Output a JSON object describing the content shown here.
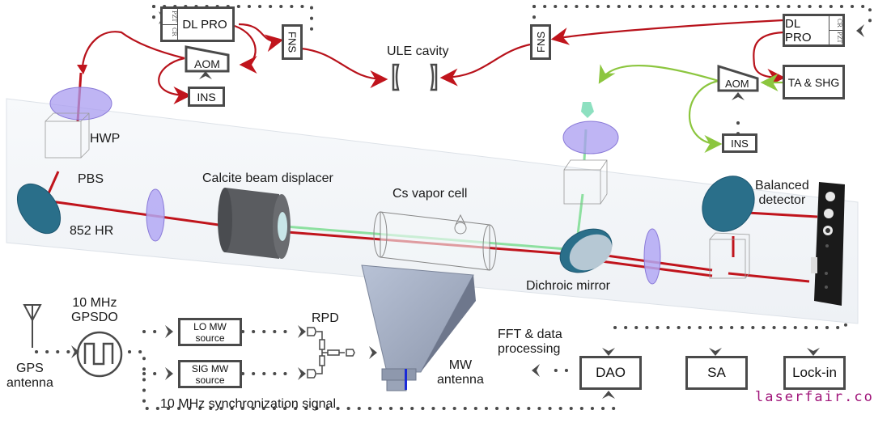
{
  "title": "Rydberg atom microwave receiver experimental setup",
  "labels": {
    "hwp": "HWP",
    "pbs": "PBS",
    "hr852": "852 HR",
    "calcite": "Calcite beam displacer",
    "cs_cell": "Cs vapor cell",
    "ule_cavity": "ULE cavity",
    "dichroic": "Dichroic mirror",
    "balanced_detector": [
      "Balanced",
      "detector"
    ],
    "mw_antenna": [
      "MW",
      "antenna"
    ],
    "gps_antenna": [
      "GPS",
      "antenna"
    ],
    "gpsdo": [
      "10 MHz",
      "GPSDO"
    ],
    "rpd": "RPD",
    "sync_signal": "10 MHz synchronization signal",
    "fft": [
      "FFT & data",
      "processing"
    ]
  },
  "boxes": {
    "dl_pro_left": "DL PRO",
    "dl_pro_right": "DL PRO",
    "pzt": "PZT",
    "cr": "CR",
    "aom_left": "AOM",
    "aom_right": "AOM",
    "ins_left": "INS",
    "ins_right": "INS",
    "fns_left": "FNS",
    "fns_right": "FNS",
    "ta_shg": "TA & SHG",
    "lo_mw": [
      "LO MW",
      "source"
    ],
    "sig_mw": [
      "SIG MW",
      "source"
    ],
    "dao": "DAO",
    "sa": "SA",
    "lockin": "Lock-in"
  },
  "colors": {
    "probe_beam": "#c0141c",
    "coupling_beam": "#8cc63f",
    "coupling_beam_free": "#8de0b0",
    "box_border": "#4a4a4a",
    "mirror": "#2a6f8a",
    "waveplate": "#a99cf0",
    "watermark": "#a0157a"
  },
  "watermark": "laserfair.com"
}
